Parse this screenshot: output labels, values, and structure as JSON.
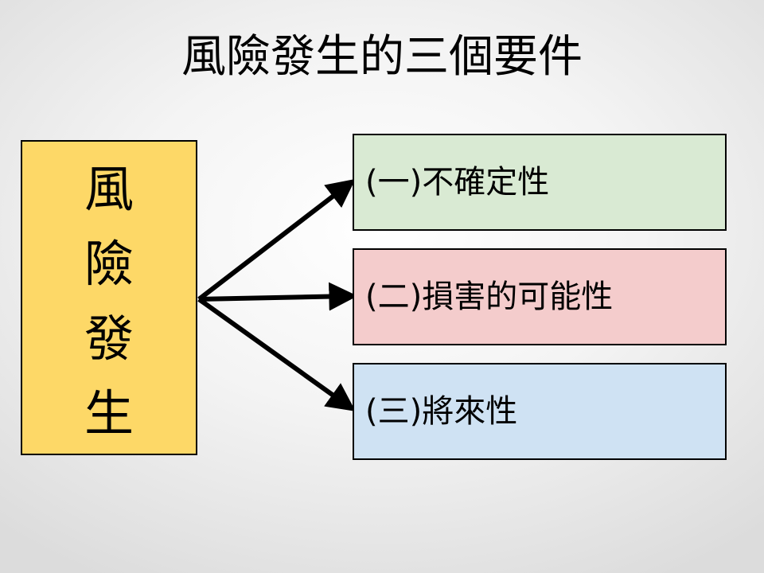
{
  "title": "風險發生的三個要件",
  "source": {
    "chars": [
      "風",
      "險",
      "發",
      "生"
    ],
    "color": "#fdd867"
  },
  "targets": [
    {
      "label": "(一)不確定性",
      "color": "#d9ead3"
    },
    {
      "label": "(二)損害的可能性",
      "color": "#f4cccc"
    },
    {
      "label": "(三)將來性",
      "color": "#cfe2f3"
    }
  ]
}
